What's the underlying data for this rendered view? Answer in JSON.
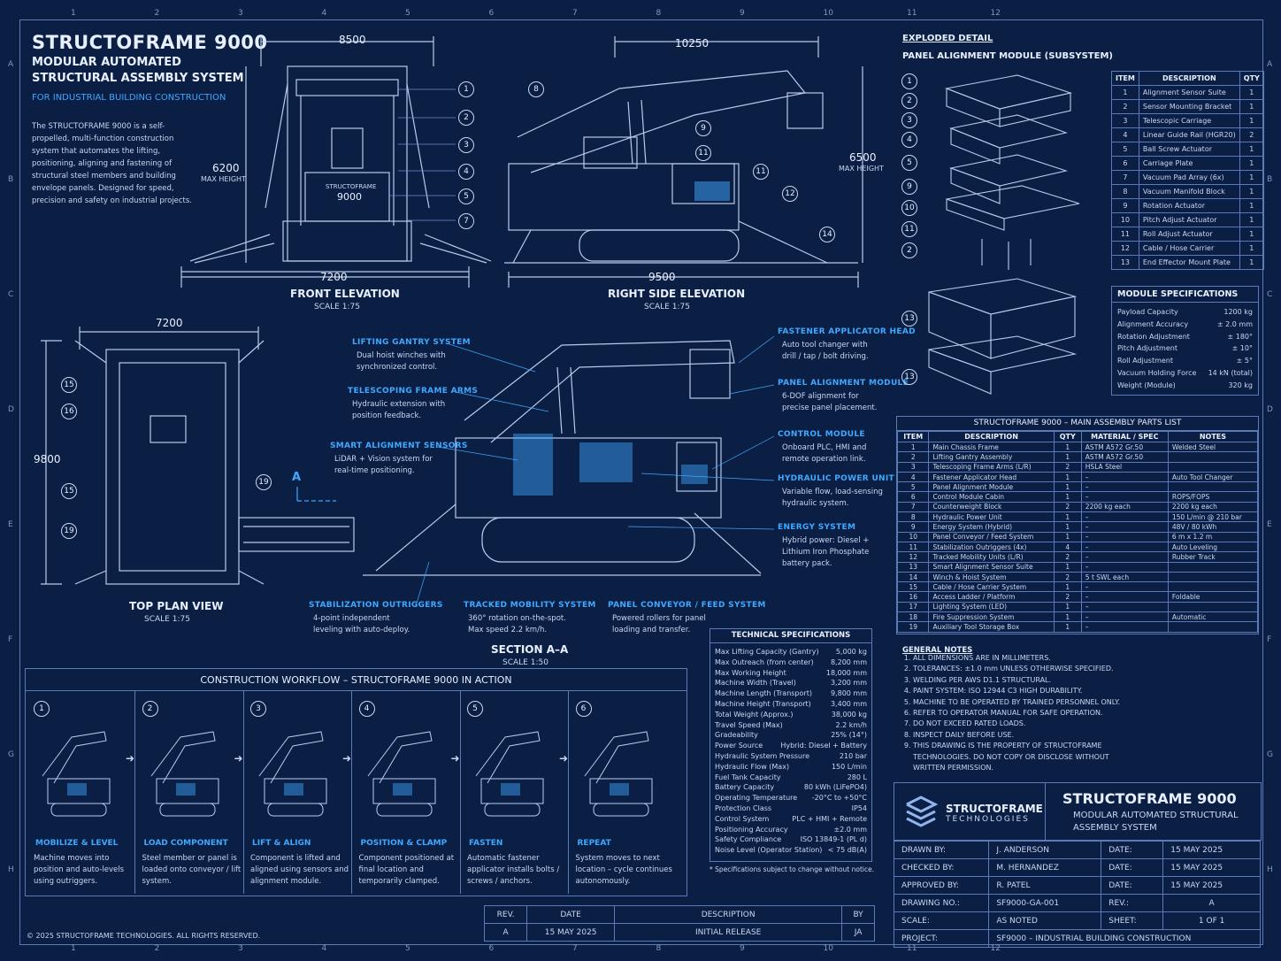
{
  "header": {
    "title": "STRUCTOFRAME 9000",
    "subtitle": "MODULAR AUTOMATED STRUCTURAL ASSEMBLY SYSTEM",
    "tagline": "FOR INDUSTRIAL BUILDING CONSTRUCTION",
    "description": "The STRUCTOFRAME 9000 is a self-propelled, multi-function construction system that automates the lifting, positioning, aligning and fastening of structural steel members and building envelope panels. Designed for speed, precision and safety on industrial projects."
  },
  "ruler": {
    "columns": [
      "1",
      "2",
      "3",
      "4",
      "5",
      "6",
      "7",
      "8",
      "9",
      "10",
      "11",
      "12"
    ],
    "rows": [
      "A",
      "B",
      "C",
      "D",
      "E",
      "F",
      "G",
      "H"
    ]
  },
  "views": {
    "front": {
      "title": "FRONT ELEVATION",
      "scale": "SCALE 1:75",
      "width_top": "8500",
      "width_bottom": "7200",
      "height": "6200",
      "height_label": "MAX HEIGHT",
      "badge_line1": "STRUCTOFRAME",
      "badge_line2": "9000",
      "callouts": [
        "1",
        "2",
        "3",
        "4",
        "5",
        "7"
      ]
    },
    "side": {
      "title": "RIGHT SIDE ELEVATION",
      "scale": "SCALE 1:75",
      "width_top": "10250",
      "width_bottom": "9500",
      "height": "6500",
      "height_label": "MAX HEIGHT",
      "callouts": [
        "8",
        "9",
        "11",
        "11",
        "12",
        "14"
      ]
    },
    "plan": {
      "title": "TOP PLAN VIEW",
      "scale": "SCALE 1:75",
      "width": "7200",
      "length": "9800",
      "callouts": [
        "15",
        "16",
        "15",
        "19",
        "19"
      ],
      "section_marker": "A"
    },
    "section": {
      "title": "SECTION A–A",
      "scale": "SCALE 1:50"
    }
  },
  "section_callouts": [
    {
      "title": "LIFTING GANTRY SYSTEM",
      "desc": "Dual hoist winches with synchronized control."
    },
    {
      "title": "TELESCOPING FRAME ARMS",
      "desc": "Hydraulic extension with position feedback."
    },
    {
      "title": "SMART ALIGNMENT SENSORS",
      "desc": "LiDAR + Vision system for real-time positioning."
    },
    {
      "title": "STABILIZATION OUTRIGGERS",
      "desc": "4-point independent leveling with auto-deploy."
    },
    {
      "title": "TRACKED MOBILITY SYSTEM",
      "desc": "360° rotation on-the-spot. Max speed 2.2 km/h."
    },
    {
      "title": "PANEL CONVEYOR / FEED SYSTEM",
      "desc": "Powered rollers for panel loading and transfer."
    },
    {
      "title": "FASTENER APPLICATOR HEAD",
      "desc": "Auto tool changer with drill / tap / bolt driving."
    },
    {
      "title": "PANEL ALIGNMENT MODULE",
      "desc": "6-DOF alignment for precise panel placement."
    },
    {
      "title": "CONTROL MODULE",
      "desc": "Onboard PLC, HMI and remote operation link."
    },
    {
      "title": "HYDRAULIC POWER UNIT",
      "desc": "Variable flow, load-sensing hydraulic system."
    },
    {
      "title": "ENERGY SYSTEM",
      "desc": "Hybrid power: Diesel + Lithium Iron Phosphate battery pack."
    }
  ],
  "exploded": {
    "title": "EXPLODED DETAIL",
    "subtitle": "PANEL ALIGNMENT MODULE (SUBSYSTEM)",
    "callouts": [
      "1",
      "2",
      "3",
      "4",
      "5",
      "9",
      "10",
      "11",
      "2",
      "13",
      "13"
    ],
    "headers": [
      "ITEM",
      "DESCRIPTION",
      "QTY"
    ],
    "items": [
      [
        "1",
        "Alignment Sensor Suite",
        "1"
      ],
      [
        "2",
        "Sensor Mounting Bracket",
        "1"
      ],
      [
        "3",
        "Telescopic Carriage",
        "1"
      ],
      [
        "4",
        "Linear Guide Rail (HGR20)",
        "2"
      ],
      [
        "5",
        "Ball Screw Actuator",
        "1"
      ],
      [
        "6",
        "Carriage Plate",
        "1"
      ],
      [
        "7",
        "Vacuum Pad Array (6x)",
        "1"
      ],
      [
        "8",
        "Vacuum Manifold Block",
        "1"
      ],
      [
        "9",
        "Rotation Actuator",
        "1"
      ],
      [
        "10",
        "Pitch Adjust Actuator",
        "1"
      ],
      [
        "11",
        "Roll Adjust Actuator",
        "1"
      ],
      [
        "12",
        "Cable / Hose Carrier",
        "1"
      ],
      [
        "13",
        "End Effector Mount Plate",
        "1"
      ]
    ]
  },
  "module_specs": {
    "title": "MODULE SPECIFICATIONS",
    "rows": [
      [
        "Payload Capacity",
        "1200 kg"
      ],
      [
        "Alignment Accuracy",
        "± 2.0 mm"
      ],
      [
        "Rotation Adjustment",
        "± 180°"
      ],
      [
        "Pitch Adjustment",
        "± 10°"
      ],
      [
        "Roll Adjustment",
        "± 5°"
      ],
      [
        "Vacuum Holding Force",
        "14 kN (total)"
      ],
      [
        "Weight (Module)",
        "320 kg"
      ]
    ]
  },
  "parts_list": {
    "title": "STRUCTOFRAME 9000 – MAIN ASSEMBLY PARTS LIST",
    "headers": [
      "ITEM",
      "DESCRIPTION",
      "QTY",
      "MATERIAL / SPEC",
      "NOTES"
    ],
    "rows": [
      [
        "1",
        "Main Chassis Frame",
        "1",
        "ASTM A572 Gr.50",
        "Welded Steel"
      ],
      [
        "2",
        "Lifting Gantry Assembly",
        "1",
        "ASTM A572 Gr.50",
        ""
      ],
      [
        "3",
        "Telescoping Frame Arms (L/R)",
        "2",
        "HSLA Steel",
        ""
      ],
      [
        "4",
        "Fastener Applicator Head",
        "1",
        "–",
        "Auto Tool Changer"
      ],
      [
        "5",
        "Panel Alignment Module",
        "1",
        "–",
        ""
      ],
      [
        "6",
        "Control Module Cabin",
        "1",
        "–",
        "ROPS/FOPS"
      ],
      [
        "7",
        "Counterweight Block",
        "2",
        "2200 kg each",
        "2200 kg each"
      ],
      [
        "8",
        "Hydraulic Power Unit",
        "1",
        "–",
        "150 L/min @ 210 bar"
      ],
      [
        "9",
        "Energy System (Hybrid)",
        "1",
        "–",
        "48V / 80 kWh"
      ],
      [
        "10",
        "Panel Conveyor / Feed System",
        "1",
        "–",
        "6 m x 1.2 m"
      ],
      [
        "11",
        "Stabilization Outriggers (4x)",
        "4",
        "–",
        "Auto Leveling"
      ],
      [
        "12",
        "Tracked Mobility Units (L/R)",
        "2",
        "–",
        "Rubber Track"
      ],
      [
        "13",
        "Smart Alignment Sensor Suite",
        "1",
        "–",
        ""
      ],
      [
        "14",
        "Winch & Hoist System",
        "2",
        "5 t SWL each",
        ""
      ],
      [
        "15",
        "Cable / Hose Carrier System",
        "1",
        "–",
        ""
      ],
      [
        "16",
        "Access Ladder / Platform",
        "2",
        "–",
        "Foldable"
      ],
      [
        "17",
        "Lighting System (LED)",
        "1",
        "–",
        ""
      ],
      [
        "18",
        "Fire Suppression System",
        "1",
        "–",
        "Automatic"
      ],
      [
        "19",
        "Auxiliary Tool Storage Box",
        "1",
        "–",
        ""
      ]
    ]
  },
  "tech_specs": {
    "title": "TECHNICAL SPECIFICATIONS",
    "rows": [
      [
        "Max Lifting Capacity (Gantry)",
        "5,000 kg"
      ],
      [
        "Max Outreach (from center)",
        "8,200 mm"
      ],
      [
        "Max Working Height",
        "18,000 mm"
      ],
      [
        "Machine Width (Travel)",
        "3,200 mm"
      ],
      [
        "Machine Length (Transport)",
        "9,800 mm"
      ],
      [
        "Machine Height (Transport)",
        "3,400 mm"
      ],
      [
        "Total Weight (Approx.)",
        "38,000 kg"
      ],
      [
        "Travel Speed (Max)",
        "2.2 km/h"
      ],
      [
        "Gradeability",
        "25% (14°)"
      ],
      [
        "Power Source",
        "Hybrid: Diesel + Battery"
      ],
      [
        "Hydraulic System Pressure",
        "210 bar"
      ],
      [
        "Hydraulic Flow (Max)",
        "150 L/min"
      ],
      [
        "Fuel Tank Capacity",
        "280 L"
      ],
      [
        "Battery Capacity",
        "80 kWh (LiFePO4)"
      ],
      [
        "Operating Temperature",
        "-20°C to +50°C"
      ],
      [
        "Protection Class",
        "IP54"
      ],
      [
        "Control System",
        "PLC + HMI + Remote"
      ],
      [
        "Positioning Accuracy",
        "±2.0 mm"
      ],
      [
        "Safety Compliance",
        "ISO 13849-1 (PL d)"
      ],
      [
        "Noise Level (Operator Station)",
        "< 75 dB(A)"
      ]
    ],
    "footnote": "* Specifications subject to change without notice."
  },
  "general_notes": {
    "title": "GENERAL NOTES",
    "items": [
      "ALL DIMENSIONS ARE IN MILLIMETERS.",
      "TOLERANCES: ±1.0 mm UNLESS OTHERWISE SPECIFIED.",
      "WELDING PER AWS D1.1 STRUCTURAL.",
      "PAINT SYSTEM: ISO 12944 C3 HIGH DURABILITY.",
      "MACHINE TO BE OPERATED BY TRAINED PERSONNEL ONLY.",
      "REFER TO OPERATOR MANUAL FOR SAFE OPERATION.",
      "DO NOT EXCEED RATED LOADS.",
      "INSPECT DAILY BEFORE USE.",
      "THIS DRAWING IS THE PROPERTY OF STRUCTOFRAME TECHNOLOGIES. DO NOT COPY OR DISCLOSE WITHOUT WRITTEN PERMISSION."
    ]
  },
  "workflow": {
    "title": "CONSTRUCTION WORKFLOW – STRUCTOFRAME 9000 IN ACTION",
    "steps": [
      {
        "num": "1",
        "title": "MOBILIZE & LEVEL",
        "desc": "Machine moves into position and auto-levels using outriggers."
      },
      {
        "num": "2",
        "title": "LOAD COMPONENT",
        "desc": "Steel member or panel is loaded onto conveyor / lift system."
      },
      {
        "num": "3",
        "title": "LIFT & ALIGN",
        "desc": "Component is lifted and aligned using sensors and alignment module."
      },
      {
        "num": "4",
        "title": "POSITION & CLAMP",
        "desc": "Component positioned at final location and temporarily clamped."
      },
      {
        "num": "5",
        "title": "FASTEN",
        "desc": "Automatic fastener applicator installs bolts / screws / anchors."
      },
      {
        "num": "6",
        "title": "REPEAT",
        "desc": "System moves to next location – cycle continues autonomously."
      }
    ]
  },
  "revision": {
    "headers": [
      "REV.",
      "DATE",
      "DESCRIPTION",
      "BY"
    ],
    "row": [
      "A",
      "15 MAY 2025",
      "INITIAL RELEASE",
      "JA"
    ]
  },
  "title_block": {
    "company_line1": "STRUCTOFRAME",
    "company_line2": "TECHNOLOGIES",
    "product": "STRUCTOFRAME 9000",
    "product_sub": "MODULAR AUTOMATED STRUCTURAL ASSEMBLY SYSTEM",
    "drawn_label": "DRAWN BY:",
    "drawn": "J. ANDERSON",
    "checked_label": "CHECKED BY:",
    "checked": "M. HERNANDEZ",
    "approved_label": "APPROVED BY:",
    "approved": "R. PATEL",
    "date_label": "DATE:",
    "date": "15 MAY 2025",
    "drawing_no_label": "DRAWING NO.:",
    "drawing_no": "SF9000-GA-001",
    "rev_label": "REV.:",
    "rev": "A",
    "scale_label": "SCALE:",
    "scale": "AS NOTED",
    "sheet_label": "SHEET:",
    "sheet": "1 OF 1",
    "project_label": "PROJECT:",
    "project": "SF9000 – INDUSTRIAL BUILDING CONSTRUCTION"
  },
  "copyright": "© 2025 STRUCTOFRAME TECHNOLOGIES. ALL RIGHTS RESERVED."
}
